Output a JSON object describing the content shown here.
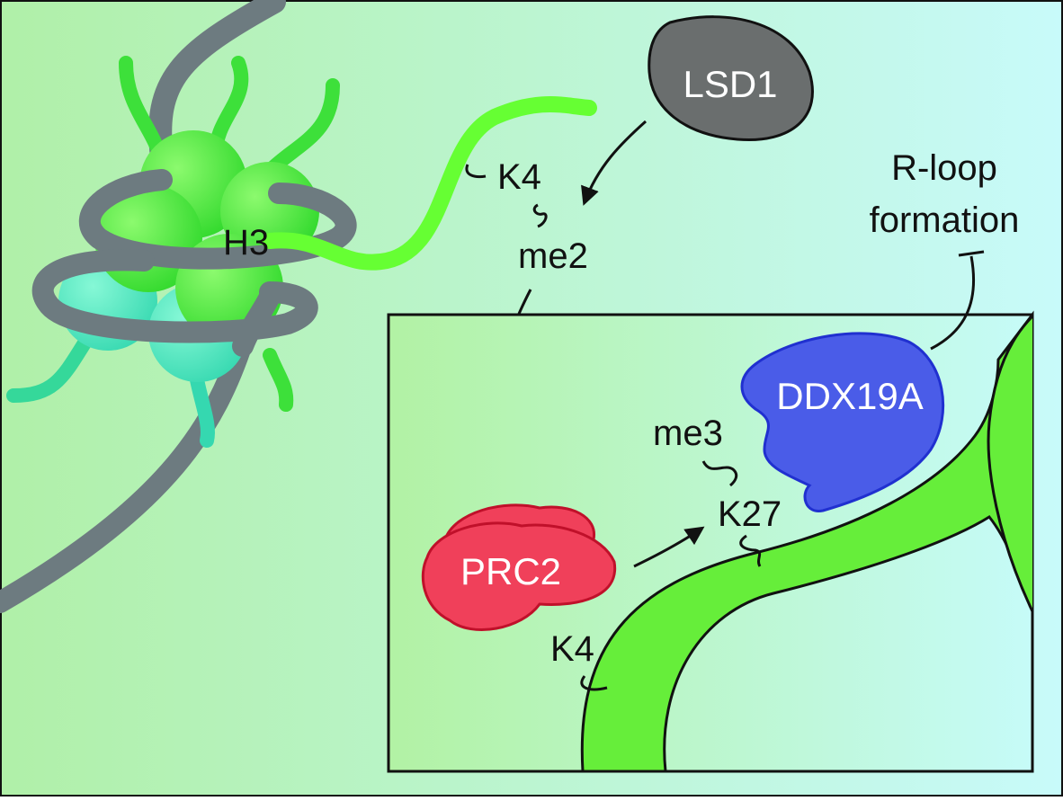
{
  "labels": {
    "lsd1": "LSD1",
    "h3": "H3",
    "k4_top": "K4",
    "me2": "me2",
    "r_loop_line1": "R-loop",
    "r_loop_line2": "formation",
    "ddx19a": "DDX19A",
    "me3": "me3",
    "k27": "K27",
    "prc2": "PRC2",
    "k4_bottom": "K4"
  },
  "colors": {
    "background_left": "#b0f0a8",
    "background_right": "#c8fafa",
    "dna": "#6d7b80",
    "histone_green": "#3fe83a",
    "histone_teal": "#3fe0b8",
    "tail": "#66ff33",
    "lsd1": "#6a6e6e",
    "prc2": "#f0405a",
    "ddx19a": "#4a5ce8"
  }
}
